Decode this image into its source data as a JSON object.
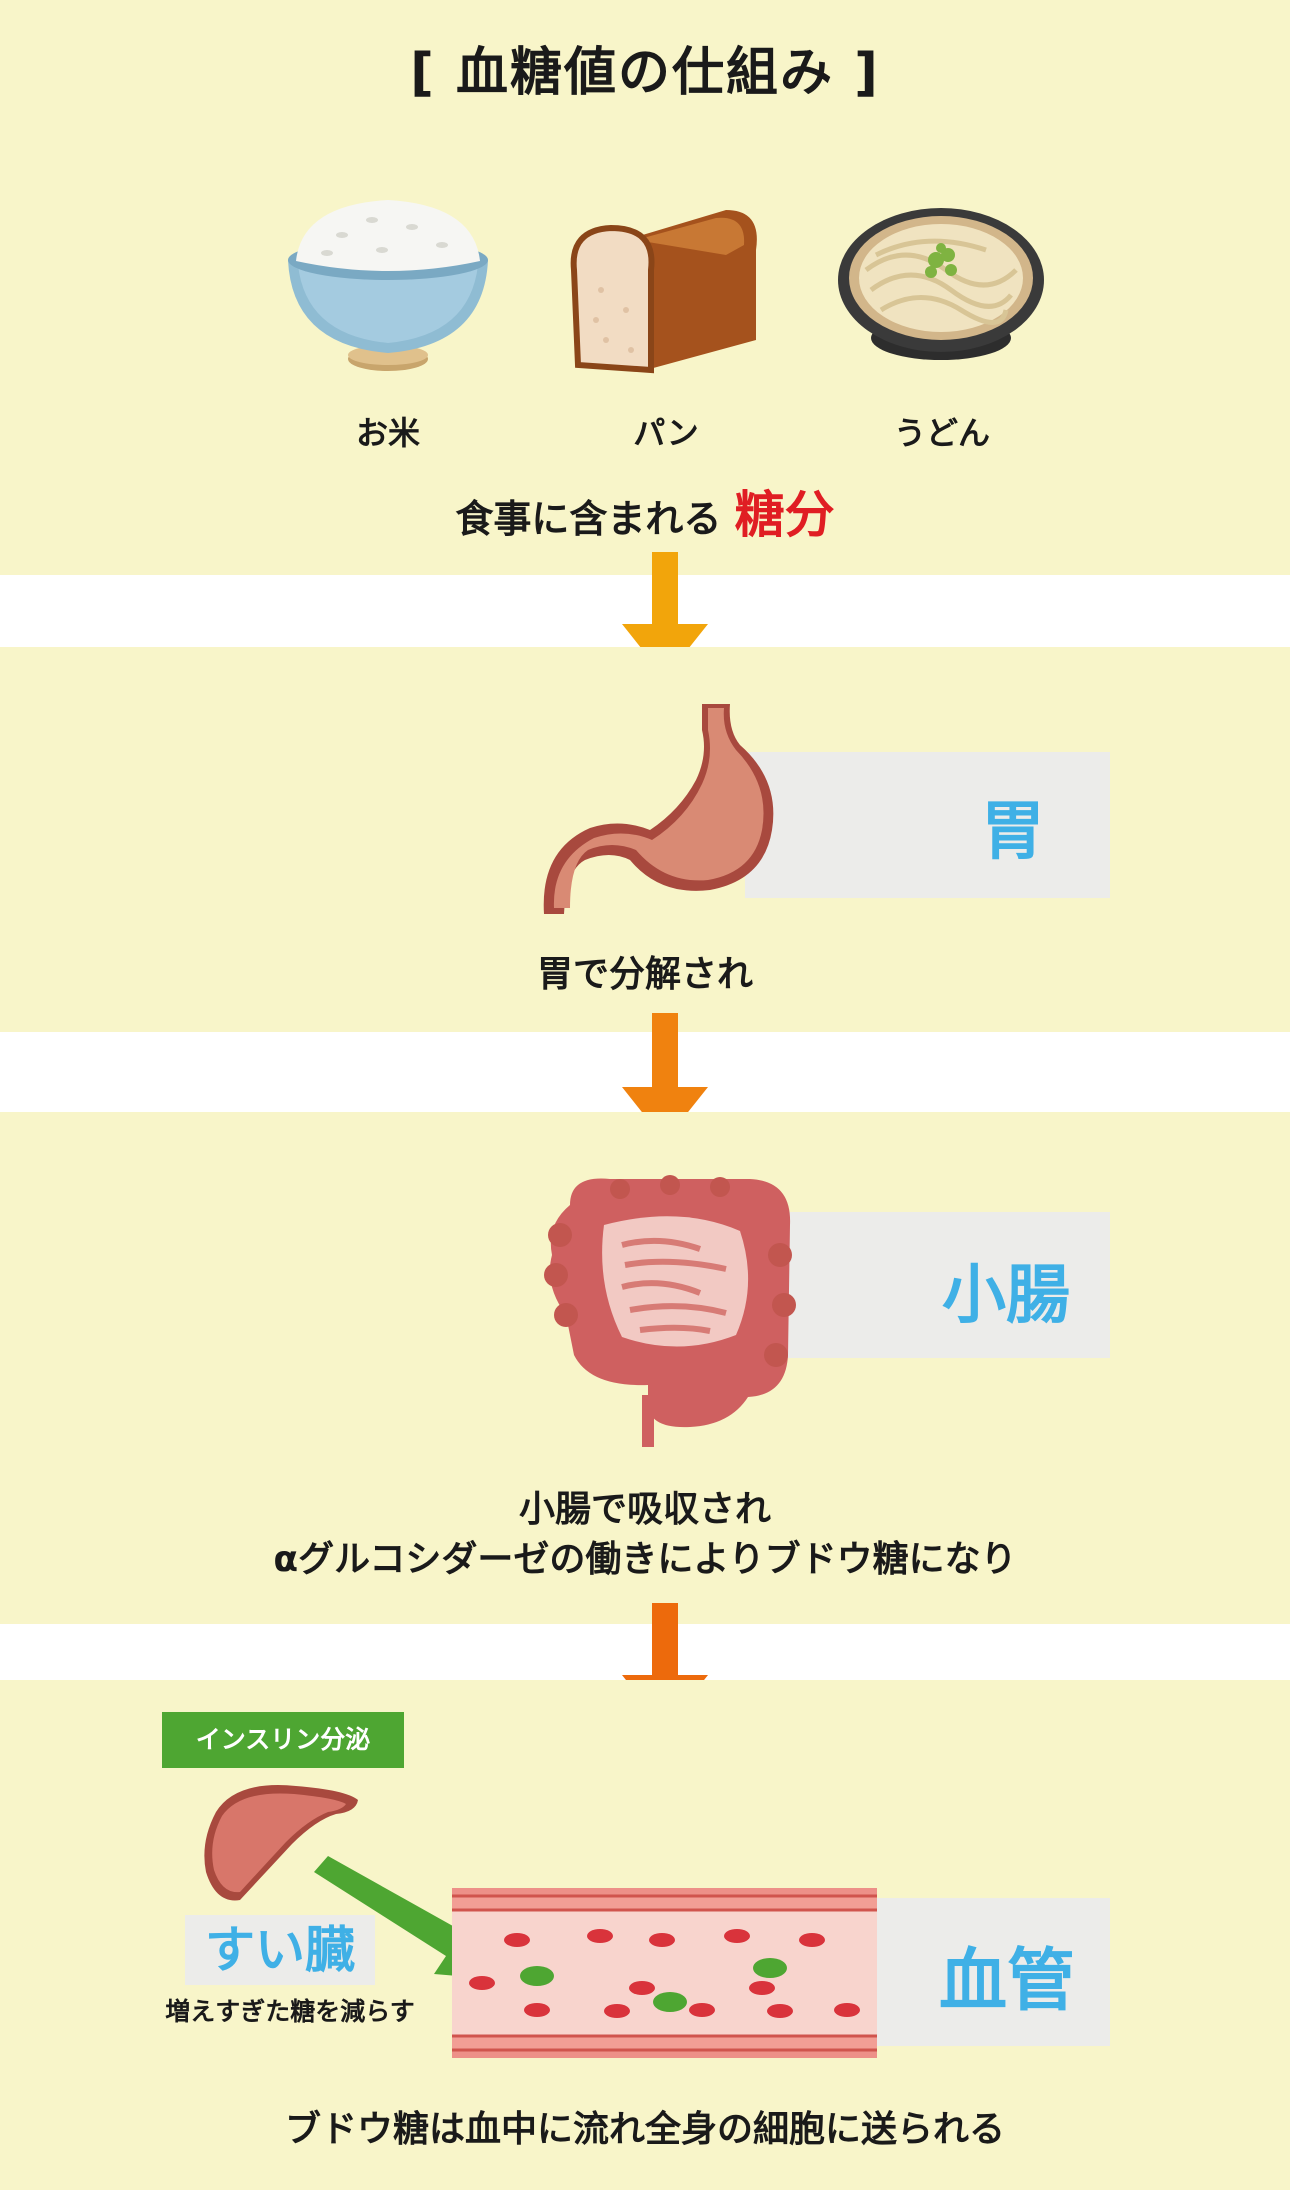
{
  "title": "[ 血糖値の仕組み ]",
  "foods": [
    {
      "label": "お米",
      "icon": "rice-bowl-icon"
    },
    {
      "label": "パン",
      "icon": "bread-loaf-icon"
    },
    {
      "label": "うどん",
      "icon": "udon-bowl-icon"
    }
  ],
  "step1": {
    "text": "食事に含まれる",
    "highlight": "糖分"
  },
  "stomach": {
    "label": "胃",
    "caption": "胃で分解され"
  },
  "intestine": {
    "label": "小腸",
    "caption_line1": "小腸で吸収され",
    "caption_line2": "αグルコシダーゼの働きによりブドウ糖になり"
  },
  "blood": {
    "insulin_label": "インスリン分泌",
    "pancreas_label": "すい臓",
    "pancreas_note": "増えすぎた糖を減らす",
    "vessel_label": "血管",
    "caption": "ブドウ糖は血中に流れ全身の細胞に送られる"
  },
  "colors": {
    "background": "#f8f5c9",
    "arrow1": "#f2a50b",
    "arrow2": "#f0820f",
    "arrow3": "#ed6a0c",
    "organ_text": "#3fb0e6",
    "sugar_red": "#e01e23",
    "insulin_green": "#4ea632"
  }
}
